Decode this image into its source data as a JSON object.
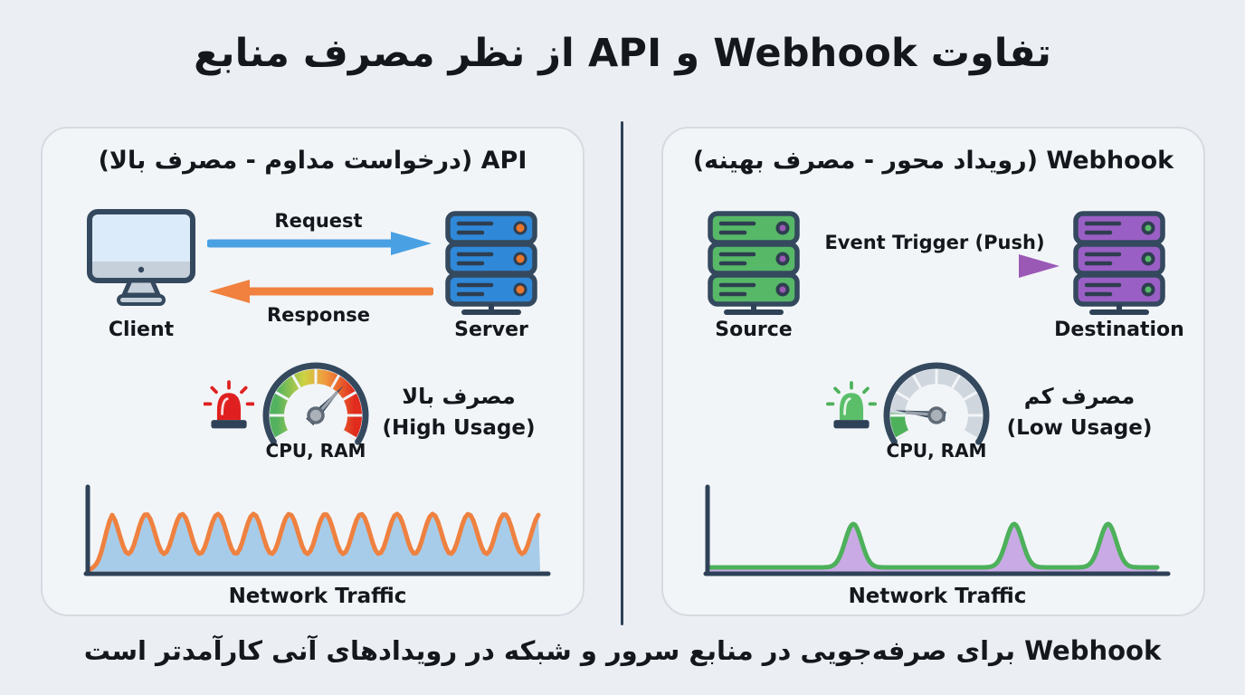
{
  "title": "تفاوت Webhook و API از نظر مصرف منابع",
  "footer": "Webhook برای صرفه‌جویی در منابع سرور و شبکه در رویدادهای آنی کارآمدتر است",
  "api_panel": {
    "header": "API (درخواست مداوم - مصرف بالا)",
    "client_label": "Client",
    "server_label": "Server",
    "request_label": "Request",
    "response_label": "Response",
    "usage_fa": "مصرف بالا",
    "usage_en": "(High Usage)",
    "gauge_caption": "CPU, RAM",
    "gauge_level": "high",
    "traffic_caption": "Network Traffic"
  },
  "webhook_panel": {
    "header": "Webhook (رویداد محور - مصرف بهینه)",
    "source_label": "Source",
    "destination_label": "Destination",
    "event_label": "Event Trigger (Push)",
    "usage_fa": "مصرف کم",
    "usage_en": "(Low Usage)",
    "gauge_caption": "CPU, RAM",
    "gauge_level": "low",
    "traffic_caption": "Network Traffic"
  },
  "traffic_charts": {
    "api": {
      "type": "sine",
      "cycles": 12
    },
    "webhook": {
      "type": "spikes",
      "spike_positions": [
        0.32,
        0.68,
        0.89
      ]
    }
  },
  "colors": {
    "background": "#ebeff3",
    "panel_background": "#f2f5f8",
    "panel_border": "#d6dbe1",
    "outline_navy": "#34495e",
    "divider_navy": "#2e4157",
    "request_blue": "#49a0e3",
    "response_orange": "#f0813f",
    "server_blue": "#2f88d8",
    "server_green": "#57b868",
    "server_purple": "#9a5fc5",
    "dot_orange": "#e8772e",
    "alarm_red": "#e02020",
    "ok_green": "#4db15b",
    "gauge_track_gray": "#cfd6dd",
    "gauge_red": "#e02b1d",
    "traffic_fill_blue": "#a7cce9",
    "traffic_fill_purple": "#c9aae4",
    "text": "#14181d"
  }
}
